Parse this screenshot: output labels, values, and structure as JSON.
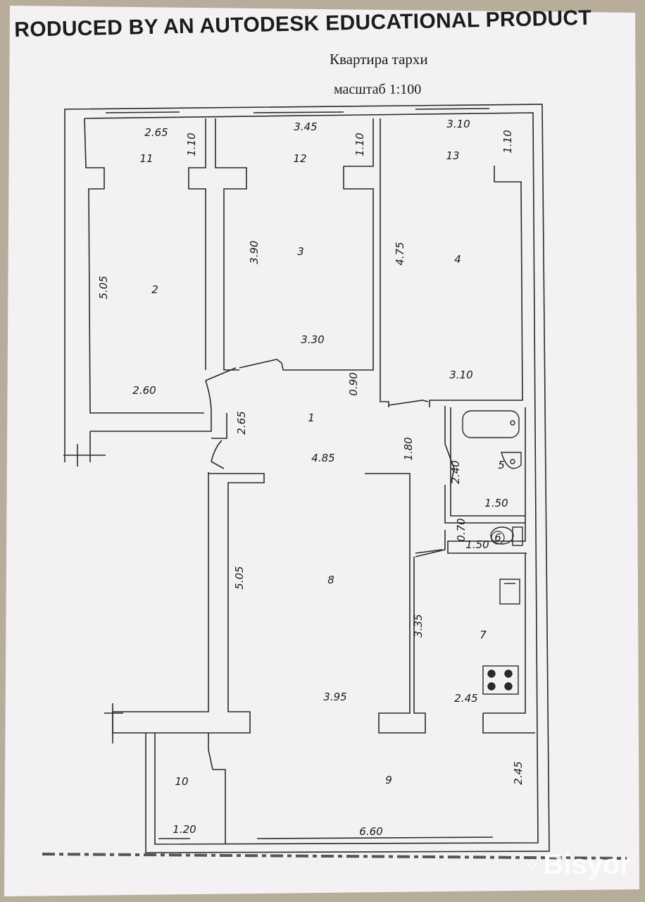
{
  "header": {
    "banner": "RODUCED BY AN AUTODESK EDUCATIONAL PRODUCT",
    "title": "Квартира   тархи",
    "scale": "масштаб  1:100"
  },
  "watermark": "Bisyor",
  "rooms": [
    {
      "id": "11",
      "label": "11"
    },
    {
      "id": "12",
      "label": "12"
    },
    {
      "id": "13",
      "label": "13"
    },
    {
      "id": "2",
      "label": "2"
    },
    {
      "id": "3",
      "label": "3"
    },
    {
      "id": "4",
      "label": "4"
    },
    {
      "id": "1",
      "label": "1"
    },
    {
      "id": "5",
      "label": "5"
    },
    {
      "id": "6",
      "label": "6"
    },
    {
      "id": "7",
      "label": "7"
    },
    {
      "id": "8",
      "label": "8"
    },
    {
      "id": "9",
      "label": "9"
    },
    {
      "id": "10",
      "label": "10"
    }
  ],
  "dimensions": [
    {
      "id": "d-11-w",
      "value": "2.65"
    },
    {
      "id": "d-11-h",
      "value": "1.10"
    },
    {
      "id": "d-12-w",
      "value": "3.45"
    },
    {
      "id": "d-12-h",
      "value": "1.10"
    },
    {
      "id": "d-13-w",
      "value": "3.10"
    },
    {
      "id": "d-13-h",
      "value": "1.10"
    },
    {
      "id": "d-2-h",
      "value": "5.05"
    },
    {
      "id": "d-2-w",
      "value": "2.60"
    },
    {
      "id": "d-3-h",
      "value": "3.90"
    },
    {
      "id": "d-3-w",
      "value": "3.30"
    },
    {
      "id": "d-4-h",
      "value": "4.75"
    },
    {
      "id": "d-4-w",
      "value": "3.10"
    },
    {
      "id": "d-1-a",
      "value": "0.90"
    },
    {
      "id": "d-1-b",
      "value": "2.65"
    },
    {
      "id": "d-1-c",
      "value": "4.85"
    },
    {
      "id": "d-1-d",
      "value": "1.80"
    },
    {
      "id": "d-5-h",
      "value": "2.40"
    },
    {
      "id": "d-5-w",
      "value": "1.50"
    },
    {
      "id": "d-6-h",
      "value": "0.70"
    },
    {
      "id": "d-6-w",
      "value": "1.50"
    },
    {
      "id": "d-8-h",
      "value": "5.05"
    },
    {
      "id": "d-8-w",
      "value": "3.95"
    },
    {
      "id": "d-7-h",
      "value": "3.35"
    },
    {
      "id": "d-7-w",
      "value": "2.45"
    },
    {
      "id": "d-9-h",
      "value": "2.45"
    },
    {
      "id": "d-9-w",
      "value": "6.60"
    },
    {
      "id": "d-10-w",
      "value": "1.20"
    }
  ]
}
